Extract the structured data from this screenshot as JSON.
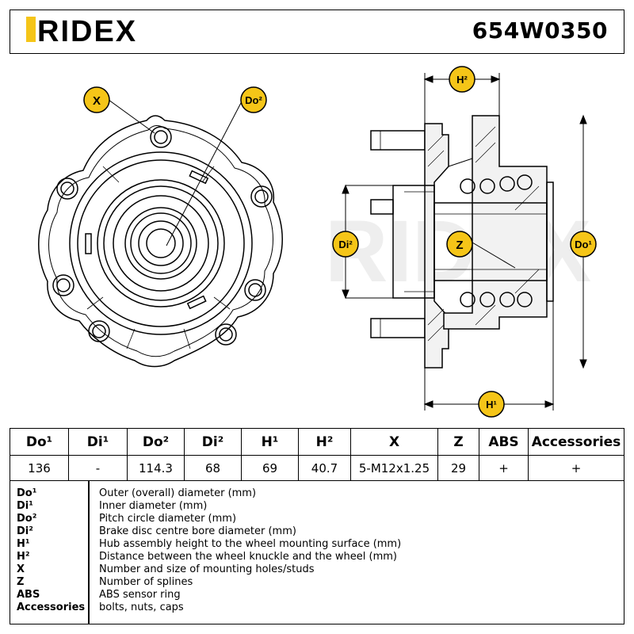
{
  "header": {
    "brand": "RIDEX",
    "part_number": "654W0350"
  },
  "diagram": {
    "labels": {
      "x": "X",
      "do2": "Do²",
      "h2": "H²",
      "di2": "Di²",
      "z": "Z",
      "do1": "Do¹",
      "h1": "H¹"
    },
    "watermark": "RIDEX",
    "accent_color": "#f5c518"
  },
  "specs": {
    "headers": [
      "Do¹",
      "Di¹",
      "Do²",
      "Di²",
      "H¹",
      "H²",
      "X",
      "Z",
      "ABS",
      "Accessories"
    ],
    "values": [
      "136",
      "-",
      "114.3",
      "68",
      "69",
      "40.7",
      "5-M12x1.25",
      "29",
      "+",
      "+"
    ]
  },
  "legend": [
    {
      "code": "Do¹",
      "desc": "Outer (overall) diameter (mm)"
    },
    {
      "code": "Di¹",
      "desc": "Inner diameter (mm)"
    },
    {
      "code": "Do²",
      "desc": "Pitch circle diameter (mm)"
    },
    {
      "code": "Di²",
      "desc": "Brake disc centre bore diameter (mm)"
    },
    {
      "code": "H¹",
      "desc": "Hub assembly height to the wheel mounting surface (mm)"
    },
    {
      "code": "H²",
      "desc": "Distance between the wheel knuckle and the wheel (mm)"
    },
    {
      "code": "X",
      "desc": "Number and size of mounting holes/studs"
    },
    {
      "code": "Z",
      "desc": "Number of splines"
    },
    {
      "code": "ABS",
      "desc": "ABS sensor ring"
    },
    {
      "code": "Accessories",
      "desc": "bolts, nuts, caps"
    }
  ]
}
